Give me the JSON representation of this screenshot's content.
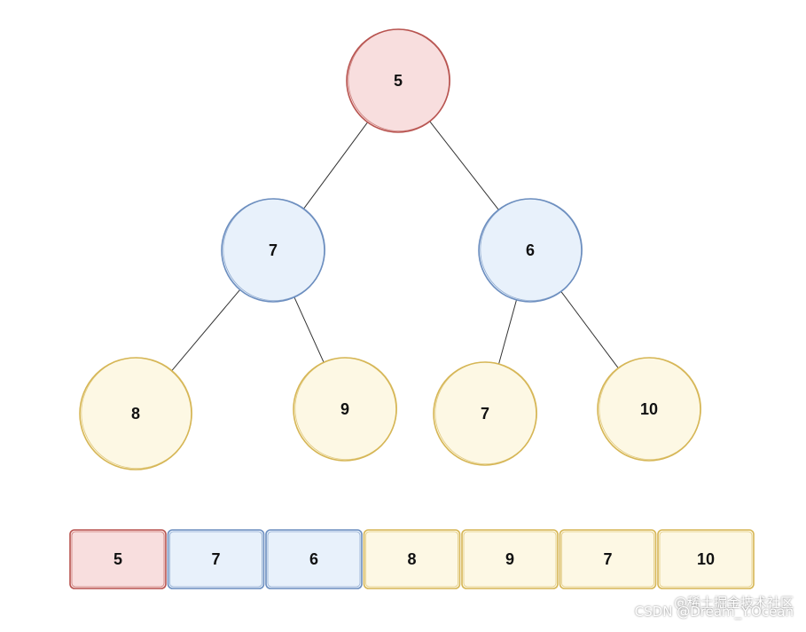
{
  "tree": {
    "nodes": [
      {
        "id": "root",
        "value": "5",
        "level": 0,
        "color": "red"
      },
      {
        "id": "l1-left",
        "value": "7",
        "level": 1,
        "color": "blue"
      },
      {
        "id": "l1-right",
        "value": "6",
        "level": 1,
        "color": "blue"
      },
      {
        "id": "l2-a",
        "value": "8",
        "level": 2,
        "color": "yellow"
      },
      {
        "id": "l2-b",
        "value": "9",
        "level": 2,
        "color": "yellow"
      },
      {
        "id": "l2-c",
        "value": "7",
        "level": 2,
        "color": "yellow"
      },
      {
        "id": "l2-d",
        "value": "10",
        "level": 2,
        "color": "yellow"
      }
    ],
    "edges": [
      [
        "root",
        "l1-left"
      ],
      [
        "root",
        "l1-right"
      ],
      [
        "l1-left",
        "l2-a"
      ],
      [
        "l1-left",
        "l2-b"
      ],
      [
        "l1-right",
        "l2-c"
      ],
      [
        "l1-right",
        "l2-d"
      ]
    ]
  },
  "array": {
    "cells": [
      {
        "value": "5",
        "color": "red"
      },
      {
        "value": "7",
        "color": "blue"
      },
      {
        "value": "6",
        "color": "blue"
      },
      {
        "value": "8",
        "color": "yellow"
      },
      {
        "value": "9",
        "color": "yellow"
      },
      {
        "value": "7",
        "color": "yellow"
      },
      {
        "value": "10",
        "color": "yellow"
      }
    ]
  },
  "palette": {
    "red": {
      "fill": "#f8dede",
      "stroke": "#b85450"
    },
    "blue": {
      "fill": "#e8f1fb",
      "stroke": "#6c8ebf"
    },
    "yellow": {
      "fill": "#fdf8e4",
      "stroke": "#d6b656"
    },
    "edge": "#333333"
  },
  "watermark": {
    "line1": "@稀土掘金技术社区",
    "line2": "CSDN @Dream_Y.Ocean"
  }
}
